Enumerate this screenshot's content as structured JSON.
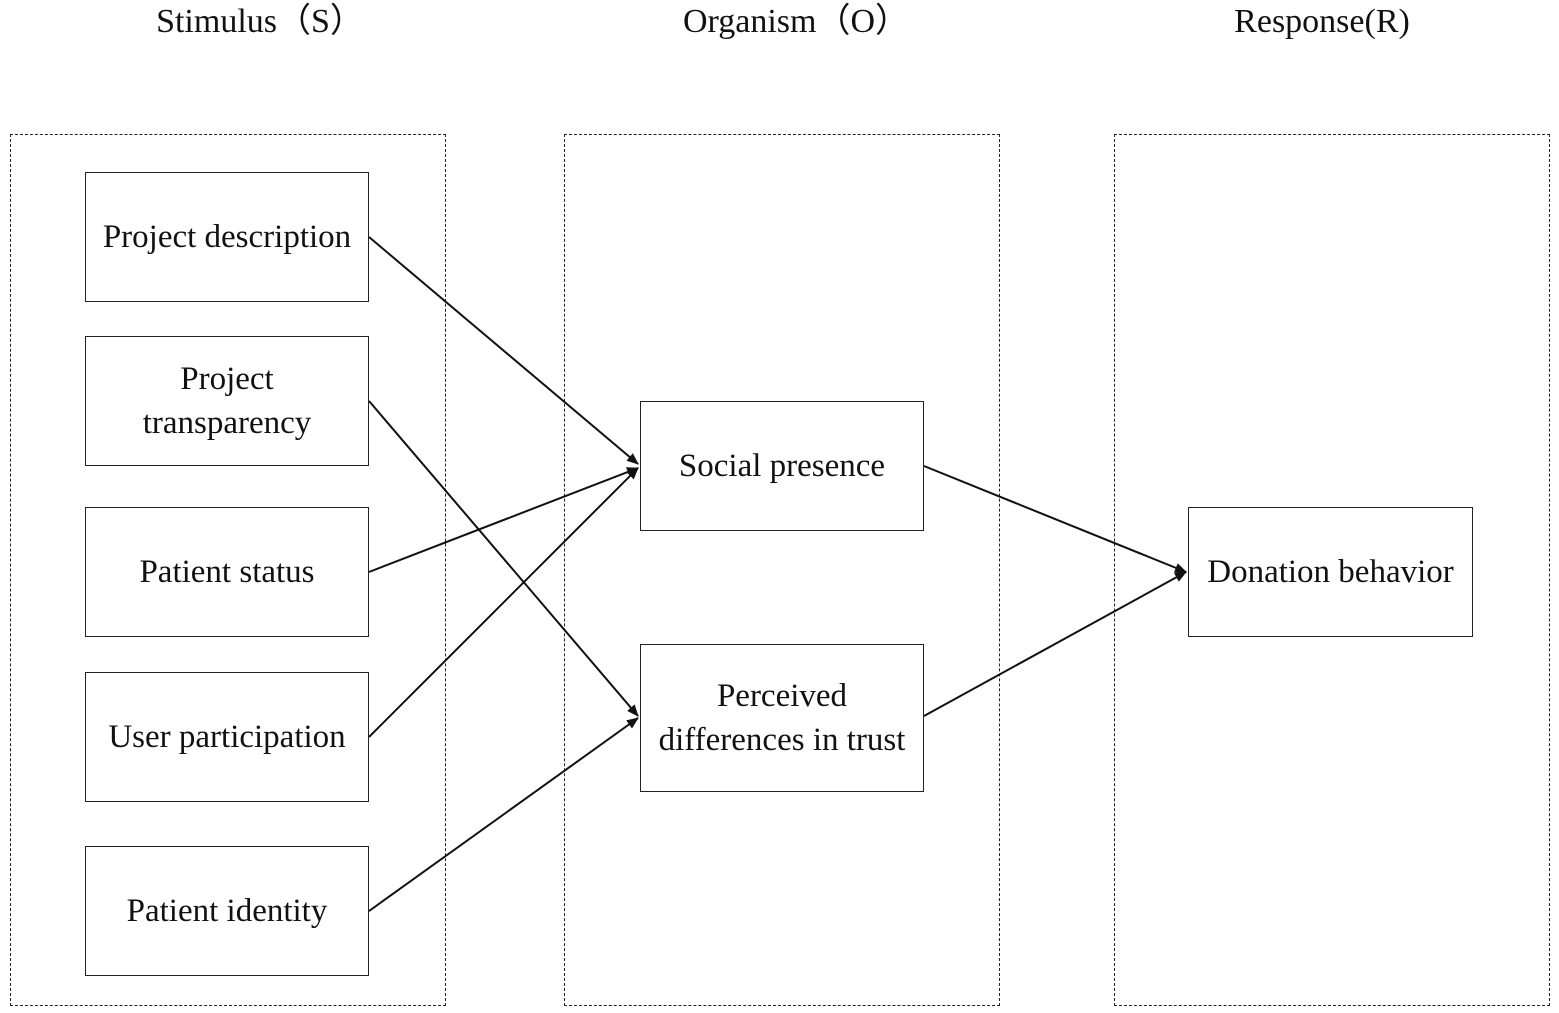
{
  "stages": {
    "stimulus": "Stimulus（S）",
    "organism": "Organism（O）",
    "response": "Response(R)"
  },
  "nodes": {
    "project_description": "Project description",
    "project_transparency": "Project transparency",
    "patient_status": "Patient status",
    "user_participation": "User participation",
    "patient_identity": "Patient identity",
    "social_presence": "Social presence",
    "perceived_trust": "Perceived differences in trust",
    "donation_behavior": "Donation behavior"
  },
  "edges": [
    {
      "from": "Project description",
      "to": "Social presence"
    },
    {
      "from": "Project transparency",
      "to": "Perceived differences in trust"
    },
    {
      "from": "Patient status",
      "to": "Social presence"
    },
    {
      "from": "User participation",
      "to": "Social presence"
    },
    {
      "from": "Patient identity",
      "to": "Perceived differences in trust"
    },
    {
      "from": "Social presence",
      "to": "Donation behavior"
    },
    {
      "from": "Perceived differences in trust",
      "to": "Donation behavior"
    }
  ]
}
